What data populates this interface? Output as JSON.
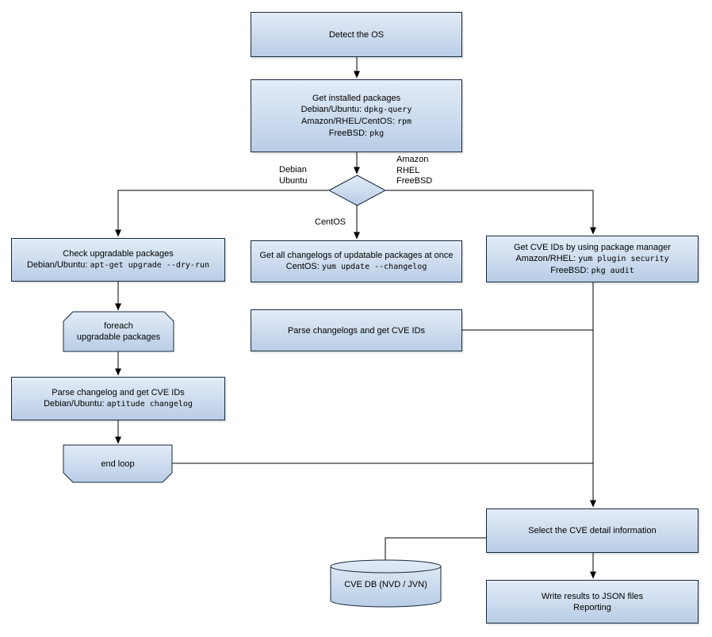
{
  "palette": {
    "node_fill_top": "#e3ecf7",
    "node_fill_bottom": "#b9cde6",
    "node_border": "#16283f",
    "connector": "#000000",
    "text": "#000000",
    "background": "#ffffff"
  },
  "nodes": {
    "detect_os": {
      "lines": [
        {
          "text": "Detect the OS"
        }
      ]
    },
    "get_installed_packages": {
      "lines": [
        {
          "text": "Get installed packages"
        },
        {
          "pre": "Debian/Ubuntu: ",
          "cmd": "dpkg-query"
        },
        {
          "pre": "Amazon/RHEL/CentOS: ",
          "cmd": "rpm"
        },
        {
          "pre": "FreeBSD: ",
          "cmd": "pkg"
        }
      ]
    },
    "check_upgradable_packages": {
      "lines": [
        {
          "text": "Check upgradable packages"
        },
        {
          "pre": "Debian/Ubuntu: ",
          "cmd": "apt-get upgrade --dry-run"
        }
      ]
    },
    "get_all_changelogs": {
      "lines": [
        {
          "text": "Get all changelogs of updatable packages at once"
        },
        {
          "pre": "CentOS: ",
          "cmd": "yum update --changelog"
        }
      ]
    },
    "get_cve_ids_package_manager": {
      "lines": [
        {
          "text": "Get CVE IDs by using package manager"
        },
        {
          "pre": "Amazon/RHEL: ",
          "cmd": "yum plugin security"
        },
        {
          "pre": "FreeBSD: ",
          "cmd": "pkg audit"
        }
      ]
    },
    "foreach_loop_start": {
      "lines": [
        {
          "text": "foreach"
        },
        {
          "text": "upgradable packages"
        }
      ]
    },
    "parse_changelogs_bulk": {
      "lines": [
        {
          "text": "Parse changelogs and get CVE IDs"
        }
      ]
    },
    "parse_changelog_each": {
      "lines": [
        {
          "text": "Parse changelog and get CVE IDs"
        },
        {
          "pre": "Debian/Ubuntu: ",
          "cmd": "aptitude changelog"
        }
      ]
    },
    "end_loop": {
      "lines": [
        {
          "text": "end loop"
        }
      ]
    },
    "select_cve_detail": {
      "lines": [
        {
          "text": "Select the CVE detail information"
        }
      ]
    },
    "cve_db": {
      "lines": [
        {
          "text": "CVE DB (NVD / JVN)"
        }
      ]
    },
    "write_results": {
      "lines": [
        {
          "text": "Write results to JSON files"
        },
        {
          "text": "Reporting"
        }
      ]
    }
  },
  "edge_labels": {
    "debian_ubuntu": [
      "Debian",
      "Ubuntu"
    ],
    "amazon_rhel_freebsd": [
      "Amazon",
      "RHEL",
      "FreeBSD"
    ],
    "centos": "CentOS"
  }
}
